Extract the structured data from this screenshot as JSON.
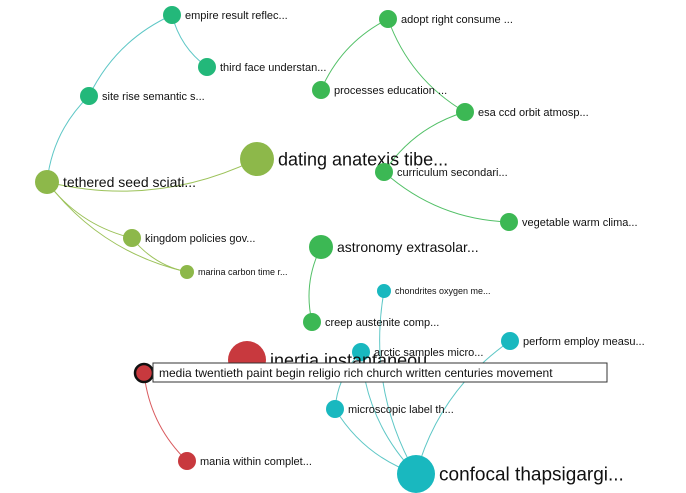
{
  "colors": {
    "olive": "#8db84a",
    "green": "#3cb854",
    "teal_green": "#23b87a",
    "cyan": "#19b8bf",
    "red": "#c8393e",
    "edge_olive": "#9cc25a",
    "edge_green": "#52c067",
    "edge_teal": "#5ec7c6",
    "edge_red": "#d95a5e"
  },
  "nodes": [
    {
      "id": "n1",
      "label": "empire result reflec...",
      "color": "teal_green",
      "size": "small"
    },
    {
      "id": "n2",
      "label": "third face understan...",
      "color": "teal_green",
      "size": "small"
    },
    {
      "id": "n3",
      "label": "site rise semantic s...",
      "color": "teal_green",
      "size": "small"
    },
    {
      "id": "n4",
      "label": "tethered seed sciati...",
      "color": "olive",
      "size": "medium"
    },
    {
      "id": "n5",
      "label": "dating anatexis tibe...",
      "color": "olive",
      "size": "large"
    },
    {
      "id": "n6",
      "label": "kingdom policies gov...",
      "color": "olive",
      "size": "small"
    },
    {
      "id": "n7",
      "label": "marina carbon time r...",
      "color": "olive",
      "size": "tiny"
    },
    {
      "id": "n8",
      "label": "adopt right consume ...",
      "color": "green",
      "size": "small"
    },
    {
      "id": "n9",
      "label": "processes education ...",
      "color": "green",
      "size": "small"
    },
    {
      "id": "n10",
      "label": "esa ccd orbit atmosp...",
      "color": "green",
      "size": "small"
    },
    {
      "id": "n11",
      "label": "curriculum secondari...",
      "color": "green",
      "size": "small"
    },
    {
      "id": "n12",
      "label": "vegetable warm clima...",
      "color": "green",
      "size": "small"
    },
    {
      "id": "n13",
      "label": "astronomy extrasolar...",
      "color": "green",
      "size": "medium"
    },
    {
      "id": "n14",
      "label": "creep austenite comp...",
      "color": "green",
      "size": "small"
    },
    {
      "id": "n15",
      "label": "chondrites oxygen me...",
      "color": "cyan",
      "size": "tiny"
    },
    {
      "id": "n16",
      "label": "perform employ measu...",
      "color": "cyan",
      "size": "small"
    },
    {
      "id": "n17",
      "label": "arctic samples micro...",
      "color": "cyan",
      "size": "small"
    },
    {
      "id": "n18",
      "label": "inertia instantaneou...",
      "color": "red",
      "size": "large"
    },
    {
      "id": "n19",
      "label": "microscopic label th...",
      "color": "cyan",
      "size": "small"
    },
    {
      "id": "n20",
      "label": "confocal thapsigargi...",
      "color": "cyan",
      "size": "large"
    },
    {
      "id": "n21",
      "label": "mania within complet...",
      "color": "red",
      "size": "small"
    },
    {
      "id": "n22",
      "label": "",
      "color": "red",
      "size": "small",
      "selected": true
    }
  ],
  "edges": [
    {
      "from": "n1",
      "to": "n2",
      "color": "edge_teal"
    },
    {
      "from": "n1",
      "to": "n3",
      "color": "edge_teal"
    },
    {
      "from": "n3",
      "to": "n4",
      "color": "edge_teal"
    },
    {
      "from": "n4",
      "to": "n5",
      "color": "edge_olive"
    },
    {
      "from": "n4",
      "to": "n6",
      "color": "edge_olive"
    },
    {
      "from": "n6",
      "to": "n7",
      "color": "edge_olive"
    },
    {
      "from": "n4",
      "to": "n7",
      "color": "edge_olive"
    },
    {
      "from": "n8",
      "to": "n9",
      "color": "edge_green"
    },
    {
      "from": "n8",
      "to": "n10",
      "color": "edge_green"
    },
    {
      "from": "n10",
      "to": "n11",
      "color": "edge_green"
    },
    {
      "from": "n11",
      "to": "n12",
      "color": "edge_green"
    },
    {
      "from": "n13",
      "to": "n14",
      "color": "edge_green"
    },
    {
      "from": "n15",
      "to": "n20",
      "color": "edge_teal"
    },
    {
      "from": "n16",
      "to": "n20",
      "color": "edge_teal"
    },
    {
      "from": "n17",
      "to": "n20",
      "color": "edge_teal"
    },
    {
      "from": "n19",
      "to": "n20",
      "color": "edge_teal"
    },
    {
      "from": "n17",
      "to": "n19",
      "color": "edge_teal"
    },
    {
      "from": "n22",
      "to": "n21",
      "color": "edge_red"
    },
    {
      "from": "n22",
      "to": "n18",
      "color": "edge_red"
    }
  ],
  "tooltip": {
    "text": "media twentieth paint begin religio rich church written centuries movement"
  }
}
